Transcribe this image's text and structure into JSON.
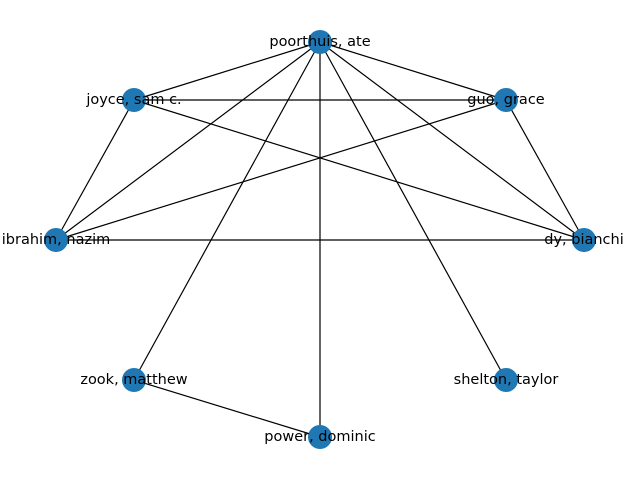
{
  "graph": {
    "node_color": "#1f77b4",
    "edge_color": "#000000",
    "nodes": [
      {
        "id": "poorthuis",
        "label": "poorthuis, ate"
      },
      {
        "id": "joyce",
        "label": "joyce, sam c."
      },
      {
        "id": "guo",
        "label": "guo, grace"
      },
      {
        "id": "ibrahim",
        "label": "ibrahim, nazim"
      },
      {
        "id": "dybianchi",
        "label": "dy, bianchi"
      },
      {
        "id": "zook",
        "label": "zook, matthew"
      },
      {
        "id": "shelton",
        "label": "shelton, taylor"
      },
      {
        "id": "power",
        "label": "power, dominic"
      }
    ],
    "edges": [
      [
        "poorthuis",
        "joyce"
      ],
      [
        "poorthuis",
        "guo"
      ],
      [
        "poorthuis",
        "ibrahim"
      ],
      [
        "poorthuis",
        "dybianchi"
      ],
      [
        "poorthuis",
        "zook"
      ],
      [
        "poorthuis",
        "shelton"
      ],
      [
        "poorthuis",
        "power"
      ],
      [
        "joyce",
        "guo"
      ],
      [
        "joyce",
        "ibrahim"
      ],
      [
        "joyce",
        "dybianchi"
      ],
      [
        "guo",
        "ibrahim"
      ],
      [
        "guo",
        "dybianchi"
      ],
      [
        "ibrahim",
        "dybianchi"
      ],
      [
        "zook",
        "power"
      ]
    ]
  }
}
